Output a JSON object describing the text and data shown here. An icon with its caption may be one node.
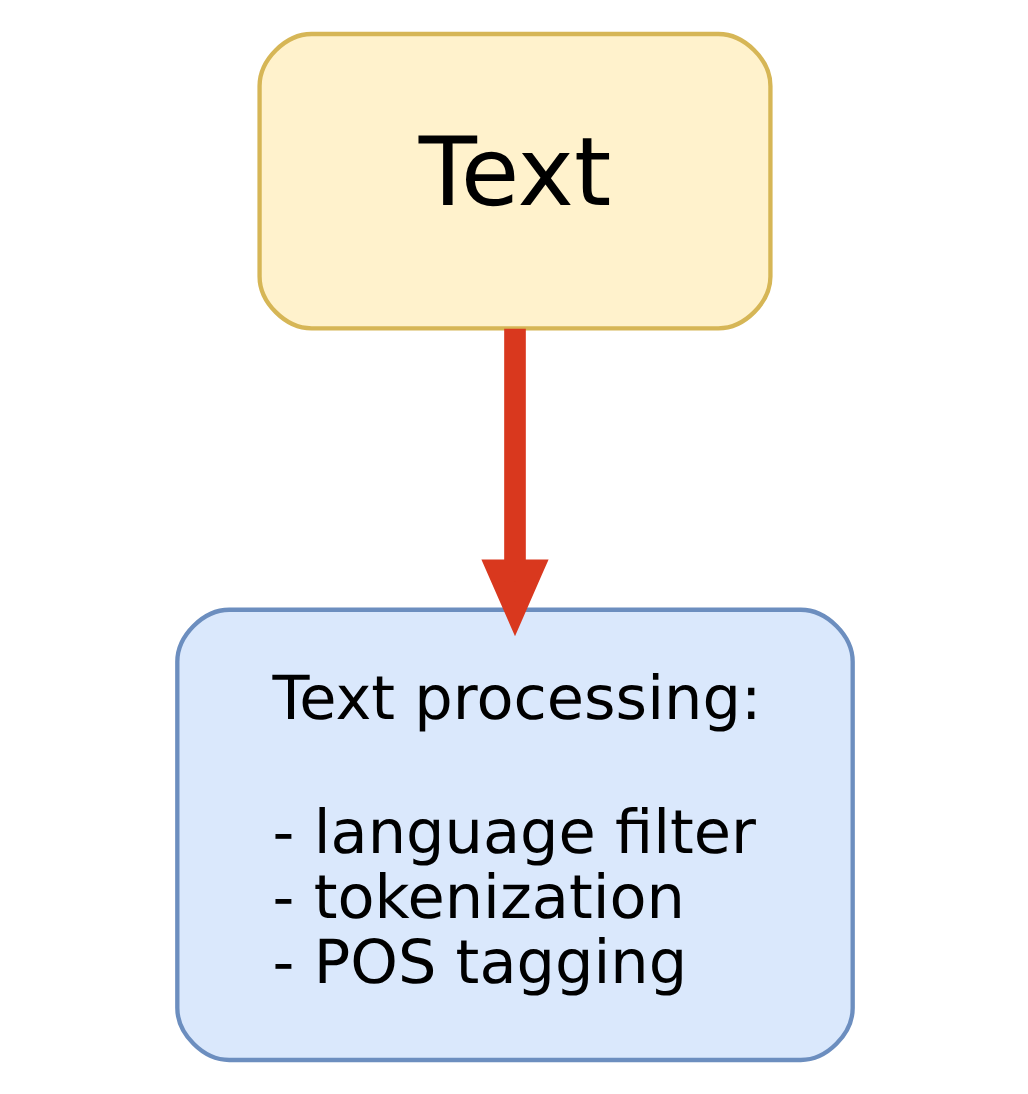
{
  "diagram": {
    "nodes": [
      {
        "text": [
          "Text"
        ]
      },
      {
        "text": [
          "Text processing:",
          "- language filter",
          "- tokenization",
          "- POS tagging"
        ]
      }
    ],
    "edges": [
      {
        "from": 0,
        "to": 1,
        "arrow": "to",
        "color": "#d9381e"
      }
    ]
  }
}
